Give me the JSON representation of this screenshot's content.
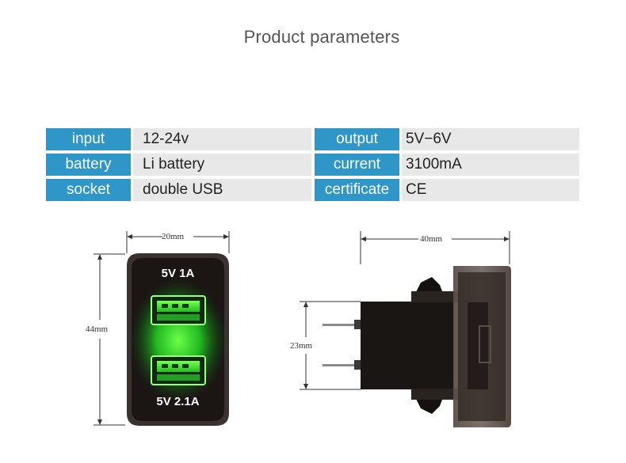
{
  "title": "Product parameters",
  "params": [
    {
      "label": "input",
      "value": "12-24v",
      "label2": "output",
      "value2": "5V−6V"
    },
    {
      "label": "battery",
      "value": "Li battery",
      "label2": "current",
      "value2": "3100mA"
    },
    {
      "label": "socket",
      "value": "double USB",
      "label2": "certificate",
      "value2": "CE"
    }
  ],
  "front": {
    "width_dim": "20mm",
    "height_dim": "44mm",
    "top_label": "5V 1A",
    "bottom_label": "5V 2.1A",
    "led_color": "#22dd22"
  },
  "side": {
    "width_dim": "40mm",
    "height_dim": "23mm"
  }
}
